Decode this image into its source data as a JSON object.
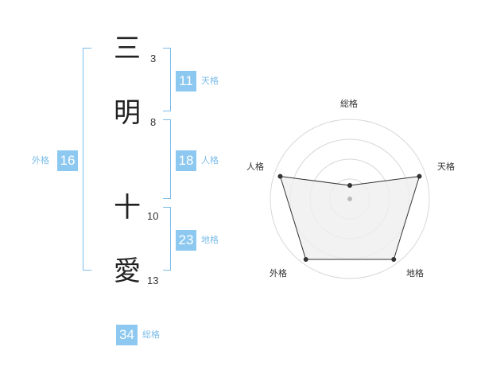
{
  "name": {
    "chars": [
      {
        "char": "三",
        "strokes": "3"
      },
      {
        "char": "明",
        "strokes": "8"
      },
      {
        "char": "十",
        "strokes": "10"
      },
      {
        "char": "愛",
        "strokes": "13"
      }
    ]
  },
  "scores": {
    "tenkaku": {
      "label": "天格",
      "value": "11"
    },
    "jinkaku": {
      "label": "人格",
      "value": "18"
    },
    "chikaku": {
      "label": "地格",
      "value": "23"
    },
    "gaikaku": {
      "label": "外格",
      "value": "16"
    },
    "soukaku": {
      "label": "総格",
      "value": "34"
    }
  },
  "chart_data": {
    "type": "radar",
    "axes": [
      "総格",
      "天格",
      "地格",
      "外格",
      "人格"
    ],
    "values": [
      0.17,
      0.92,
      0.94,
      0.94,
      0.92
    ],
    "rings": 4,
    "grid": true,
    "colors": {
      "fill": "#efefef",
      "line": "#333333",
      "grid": "#d8d8d8",
      "center": "#bbbbbb"
    }
  }
}
